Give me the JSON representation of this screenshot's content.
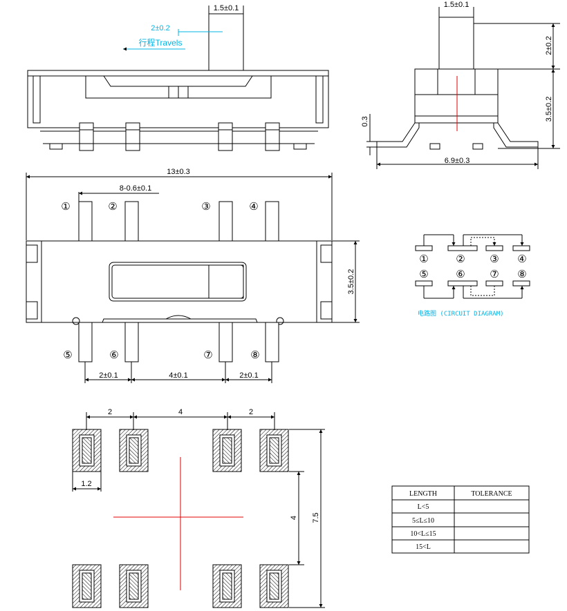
{
  "colors": {
    "line": "#000000",
    "cyan": "#00b4e6",
    "red": "#e00000"
  },
  "side_view": {
    "actuator_width": "1.5±0.1",
    "travel_dim": "2±0.2",
    "travel_label": "行程Travels"
  },
  "end_view": {
    "actuator_width": "1.5±0.1",
    "actuator_height": "2±0.2",
    "body_height": "3.5±0.2",
    "lead_thickness": "0.3",
    "overall_width": "6.9±0.3"
  },
  "top_view": {
    "overall_length": "13±0.3",
    "pin_width": "8-0.6±0.1",
    "body_width": "3.5±0.2",
    "pitch_left": "2±0.1",
    "pitch_mid": "4±0.1",
    "pitch_right": "2±0.1",
    "pins_top": [
      "①",
      "②",
      "③",
      "④"
    ],
    "pins_bottom": [
      "⑤",
      "⑥",
      "⑦",
      "⑧"
    ]
  },
  "circuit": {
    "pins_top": [
      "①",
      "②",
      "③",
      "④"
    ],
    "pins_bottom": [
      "⑤",
      "⑥",
      "⑦",
      "⑧"
    ],
    "label": "电路图 (CIRCUIT DIAGRAM)"
  },
  "footprint": {
    "pitch_left": "2",
    "pitch_mid": "4",
    "pitch_right": "2",
    "pad_width": "1.2",
    "row_gap": "4",
    "overall_height": "7.5"
  },
  "tolerance_table": {
    "headers": [
      "LENGTH",
      "TOLERANCE"
    ],
    "rows": [
      [
        "L<5",
        ""
      ],
      [
        "5≤L≤10",
        ""
      ],
      [
        "10<L≤15",
        ""
      ],
      [
        "15<L",
        ""
      ]
    ]
  }
}
